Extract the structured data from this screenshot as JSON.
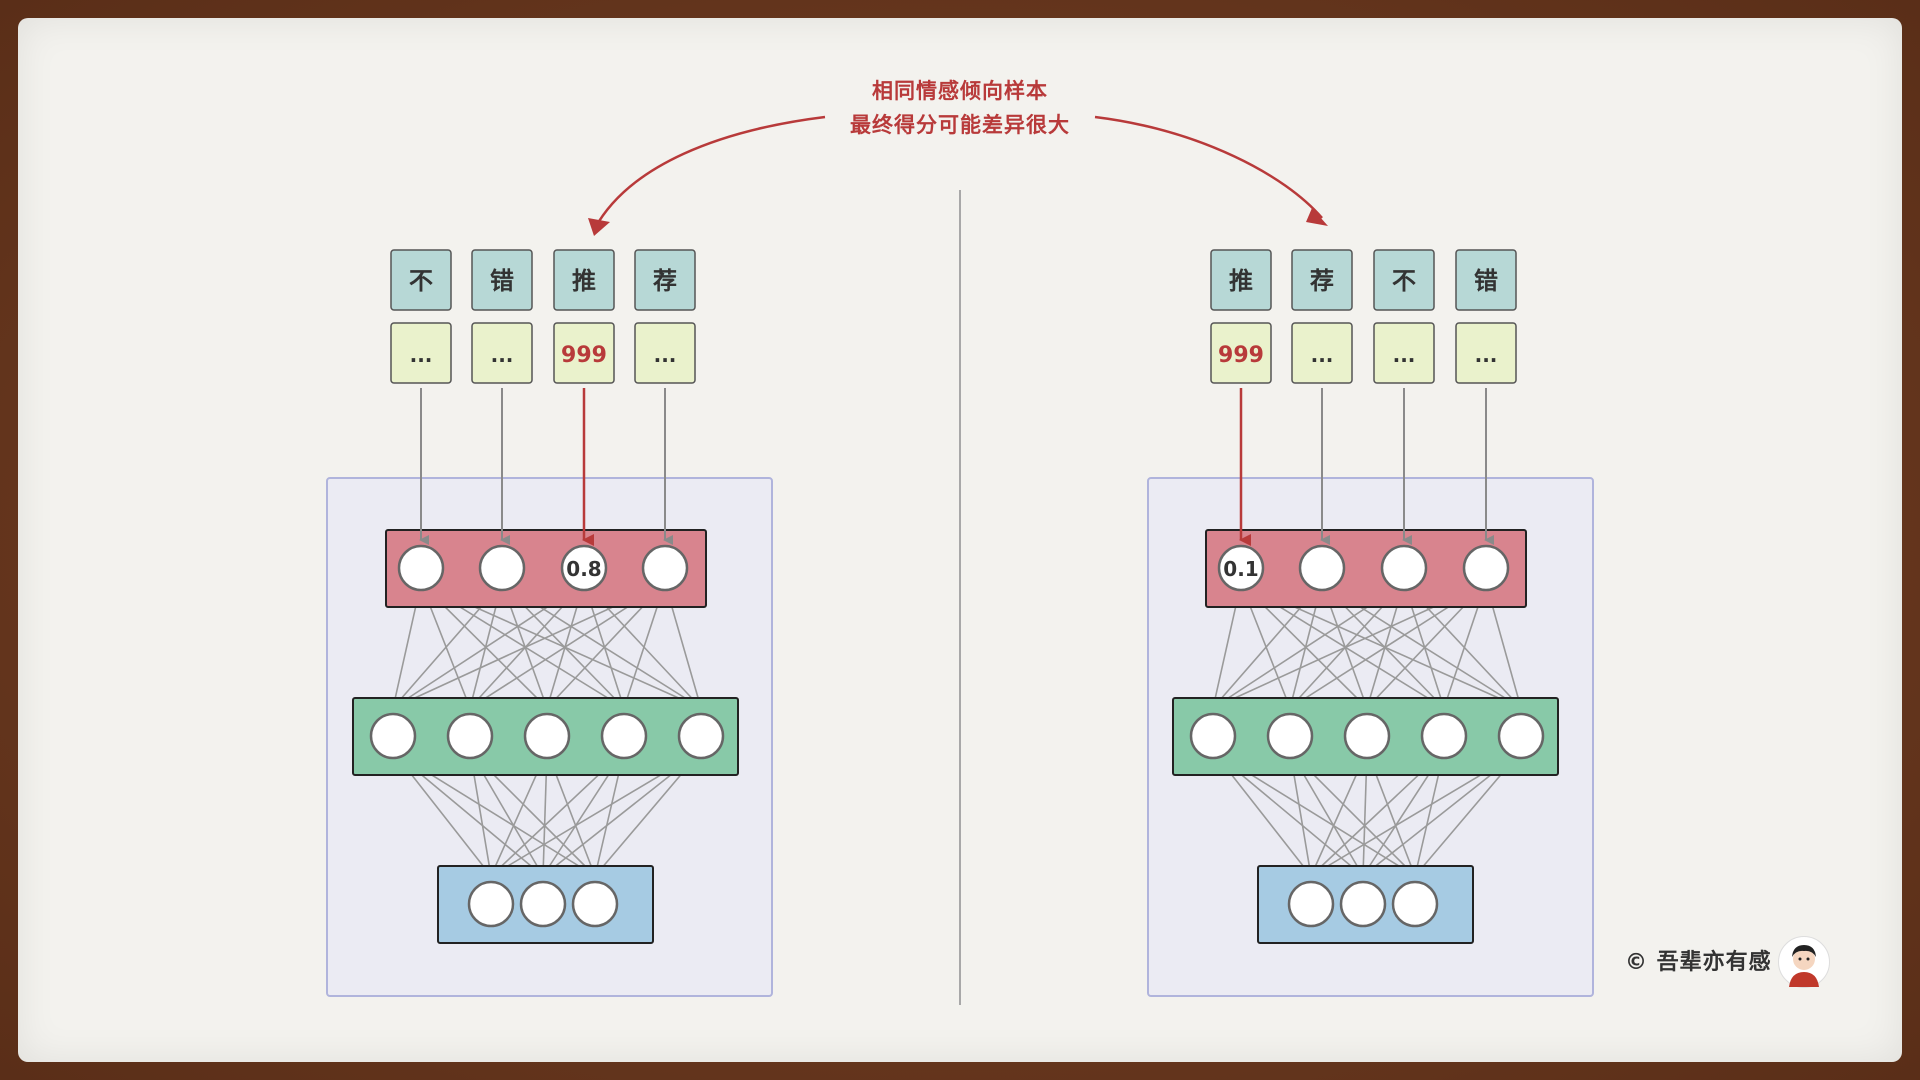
{
  "caption": {
    "line1": "相同情感倾向样本",
    "line2": "最终得分可能差异很大"
  },
  "credit": "© 吾辈亦有感",
  "colors": {
    "red_accent": "#b83a3a",
    "token_box": "#b7d8d6",
    "embed_box": "#eaf2cc",
    "layer_red": "#d8848e",
    "layer_green": "#88c9a8",
    "layer_blue": "#a6cbe3",
    "panel_border": "#b0b4dc",
    "panel_fill": "#ebebf3"
  },
  "left": {
    "tokens": [
      "不",
      "错",
      "推",
      "荐"
    ],
    "embeddings": [
      "...",
      "...",
      "999",
      "..."
    ],
    "highlight_index": 2,
    "input_nodes": [
      "",
      "",
      "0.8",
      ""
    ],
    "hidden_count": 5,
    "output_count": 3
  },
  "right": {
    "tokens": [
      "推",
      "荐",
      "不",
      "错"
    ],
    "embeddings": [
      "999",
      "...",
      "...",
      "..."
    ],
    "highlight_index": 0,
    "input_nodes": [
      "0.1",
      "",
      "",
      ""
    ],
    "hidden_count": 5,
    "output_count": 3
  }
}
